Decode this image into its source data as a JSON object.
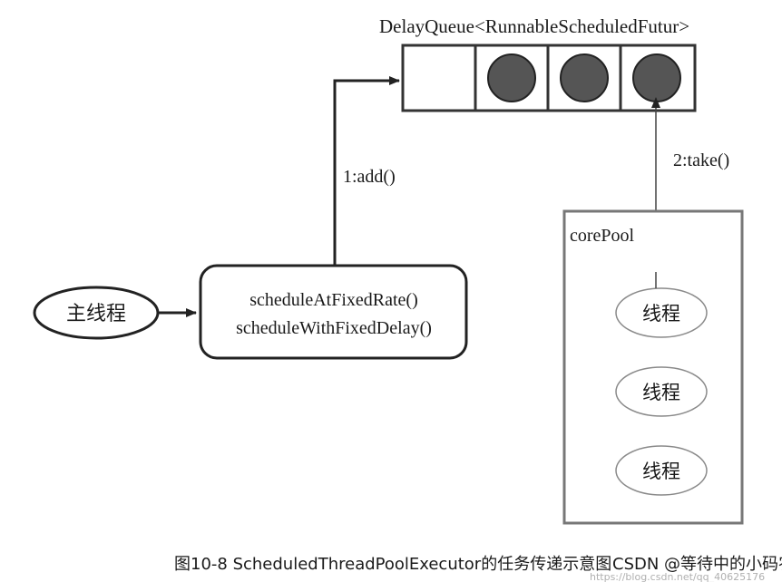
{
  "queue": {
    "label": "DelayQueue<RunnableScheduledFutur>",
    "slots": [
      {
        "filled": false
      },
      {
        "filled": true
      },
      {
        "filled": true
      },
      {
        "filled": true
      }
    ]
  },
  "arrows": {
    "add_label": "1:add()",
    "take_label": "2:take()"
  },
  "main_thread": {
    "label": "主线程"
  },
  "scheduler": {
    "line1": "scheduleAtFixedRate()",
    "line2": "scheduleWithFixedDelay()"
  },
  "core_pool": {
    "label": "corePool",
    "threads": [
      "线程",
      "线程",
      "线程"
    ]
  },
  "caption": {
    "text": "图10-8   ScheduledThreadPoolExecutor的任务传递示意图"
  },
  "watermark": {
    "text": "CSDN @等待中的小码农",
    "url_fragment": "https://blog.csdn.net/qq_40625176"
  },
  "colors": {
    "line": "#333333",
    "filled_circle": "#555555",
    "pool_border": "#777777",
    "thread_border": "#8a8a8a"
  }
}
